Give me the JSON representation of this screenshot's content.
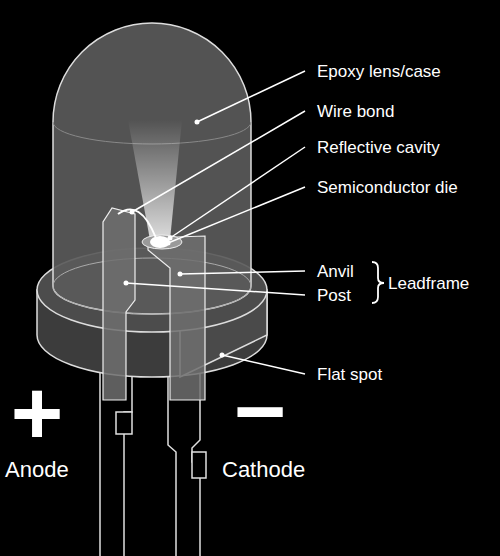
{
  "diagram": {
    "labels": [
      "Epoxy lens/case",
      "Wire bond",
      "Reflective cavity",
      "Semiconductor die",
      "Anvil",
      "Post",
      "Leadframe",
      "Flat spot",
      "+",
      "Anode",
      "−",
      "Cathode"
    ]
  }
}
